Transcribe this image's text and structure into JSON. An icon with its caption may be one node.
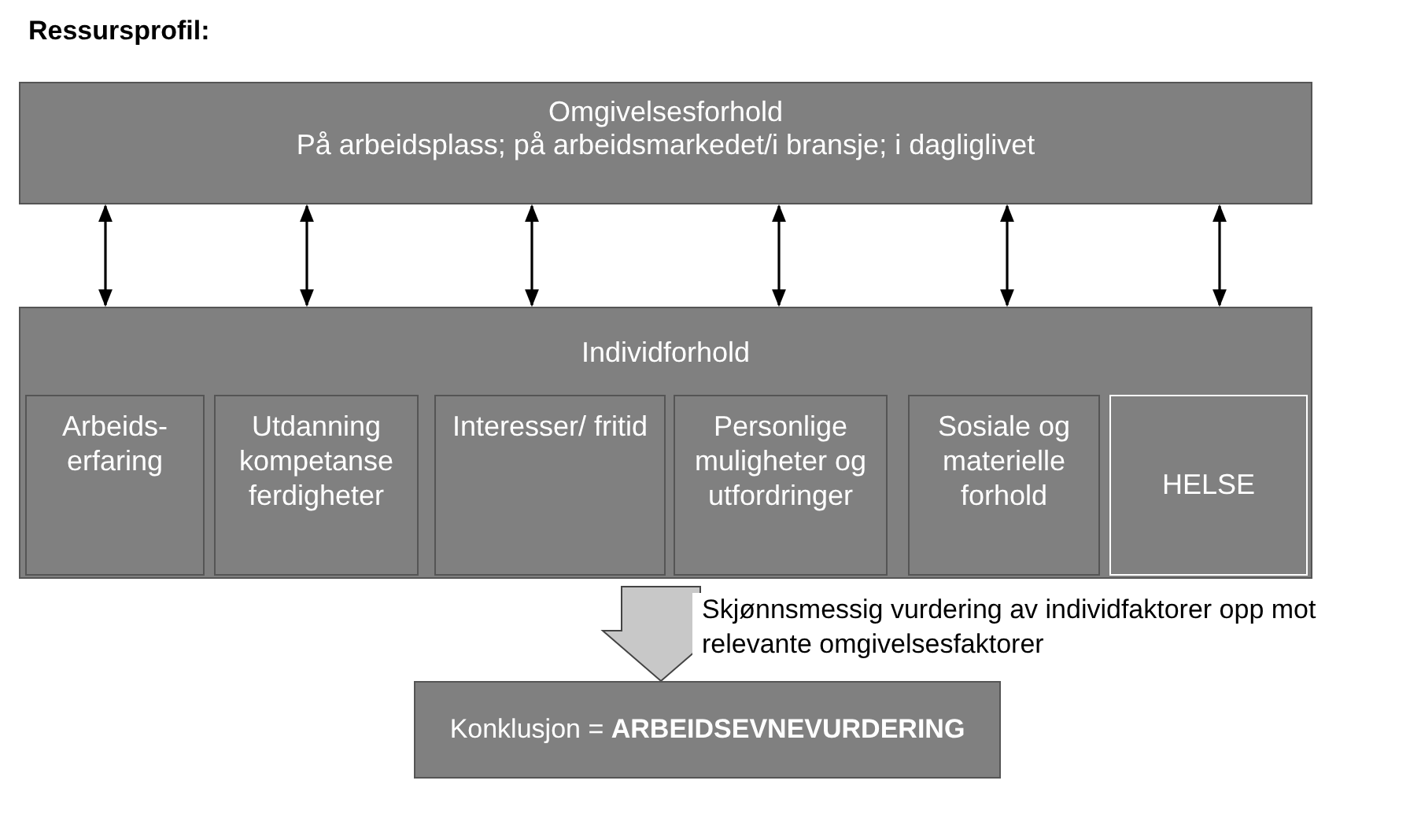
{
  "diagram": {
    "title": "Ressursprofil:",
    "nodes": [
      {
        "text": [
          "Omgivelsesforhold",
          "På arbeidsplass; på arbeidsmarkedet/i bransje; i dagliglivet"
        ]
      },
      {
        "text": [
          "Individforhold"
        ]
      },
      {
        "text": [
          "Arbeids- erfaring"
        ],
        "in": 1
      },
      {
        "text": [
          "Utdanning kompetanse ferdigheter"
        ],
        "in": 1
      },
      {
        "text": [
          "Interesser/ fritid"
        ],
        "in": 1
      },
      {
        "text": [
          "Personlige muligheter og utfordringer"
        ],
        "in": 1
      },
      {
        "text": [
          "Sosiale og materielle forhold"
        ],
        "in": 1
      },
      {
        "text": [
          "HELSE"
        ],
        "in": 1
      },
      {
        "text": [
          "Konklusjon = **ARBEIDSEVNEVURDERING**"
        ]
      }
    ],
    "edges": [
      {
        "from": 0,
        "to": 1,
        "arrow": "both"
      },
      {
        "from": 0,
        "to": 1,
        "arrow": "both"
      },
      {
        "from": 0,
        "to": 1,
        "arrow": "both"
      },
      {
        "from": 0,
        "to": 1,
        "arrow": "both"
      },
      {
        "from": 0,
        "to": 1,
        "arrow": "both"
      },
      {
        "from": 0,
        "to": 1,
        "arrow": "both"
      },
      {
        "from": 1,
        "to": 8,
        "arrow": "to",
        "style": "thick",
        "label": "Skjønnsmessig vurdering av individfaktorer opp mot relevante omgivelsesfaktorer"
      }
    ]
  }
}
